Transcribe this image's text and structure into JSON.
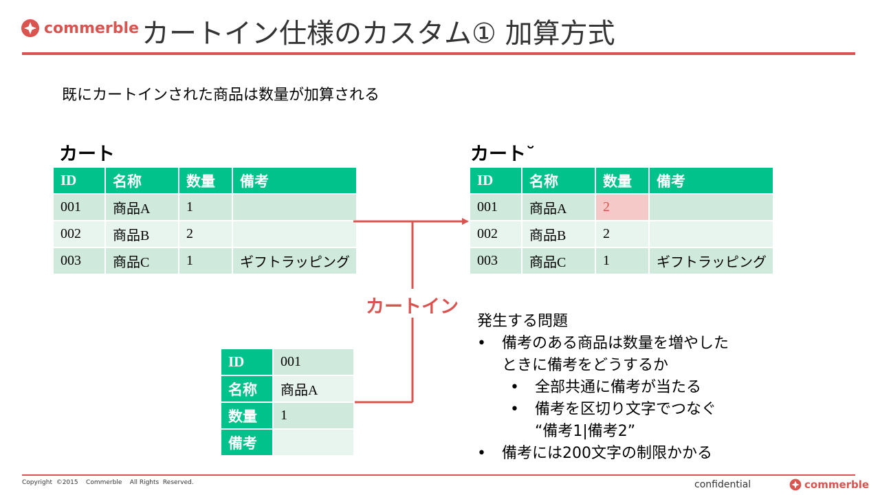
{
  "header": {
    "logo_text": "commerble",
    "title": "カートイン仕様のカスタム① 加算方式",
    "accent_color": "#d9534f"
  },
  "subtitle": "既にカートインされた商品は数量が加算される",
  "cart_before": {
    "label": "カート",
    "columns": [
      "ID",
      "名称",
      "数量",
      "備考"
    ],
    "rows": [
      [
        "001",
        "商品A",
        "1",
        ""
      ],
      [
        "002",
        "商品B",
        "2",
        ""
      ],
      [
        "003",
        "商品C",
        "1",
        "ギフトラッピング"
      ]
    ]
  },
  "cart_after": {
    "label": "カート˘",
    "columns": [
      "ID",
      "名称",
      "数量",
      "備考"
    ],
    "rows": [
      [
        "001",
        "商品A",
        "2",
        ""
      ],
      [
        "002",
        "商品B",
        "2",
        ""
      ],
      [
        "003",
        "商品C",
        "1",
        "ギフトラッピング"
      ]
    ],
    "highlight_color": "#f6c9c9"
  },
  "cart_in_label": "カートイン",
  "cart_in_item": [
    {
      "key": "ID",
      "value": "001"
    },
    {
      "key": "名称",
      "value": "商品A"
    },
    {
      "key": "数量",
      "value": "1"
    },
    {
      "key": "備考",
      "value": ""
    }
  ],
  "issues": {
    "heading": "発生する問題",
    "bullet": "•",
    "item1_line1": "備考のある商品は数量を増やした",
    "item1_line2": "ときに備考をどうするか",
    "sub1": "全部共通に備考が当たる",
    "sub2_line1": "備考を区切り文字でつなぐ",
    "sub2_line2": "“備考1|備考2”",
    "item2": "備考には200文字の制限かかる"
  },
  "footer": {
    "copyright": "Copyright  ©2015    Commerble    All Rights  Reserved.",
    "confidential": "confidential",
    "logo_text": "commerble"
  },
  "colors": {
    "header_green": "#00c28a",
    "row_odd": "#cfe9dc",
    "row_even": "#e8f4ee",
    "arrow_red": "#d9534f"
  }
}
